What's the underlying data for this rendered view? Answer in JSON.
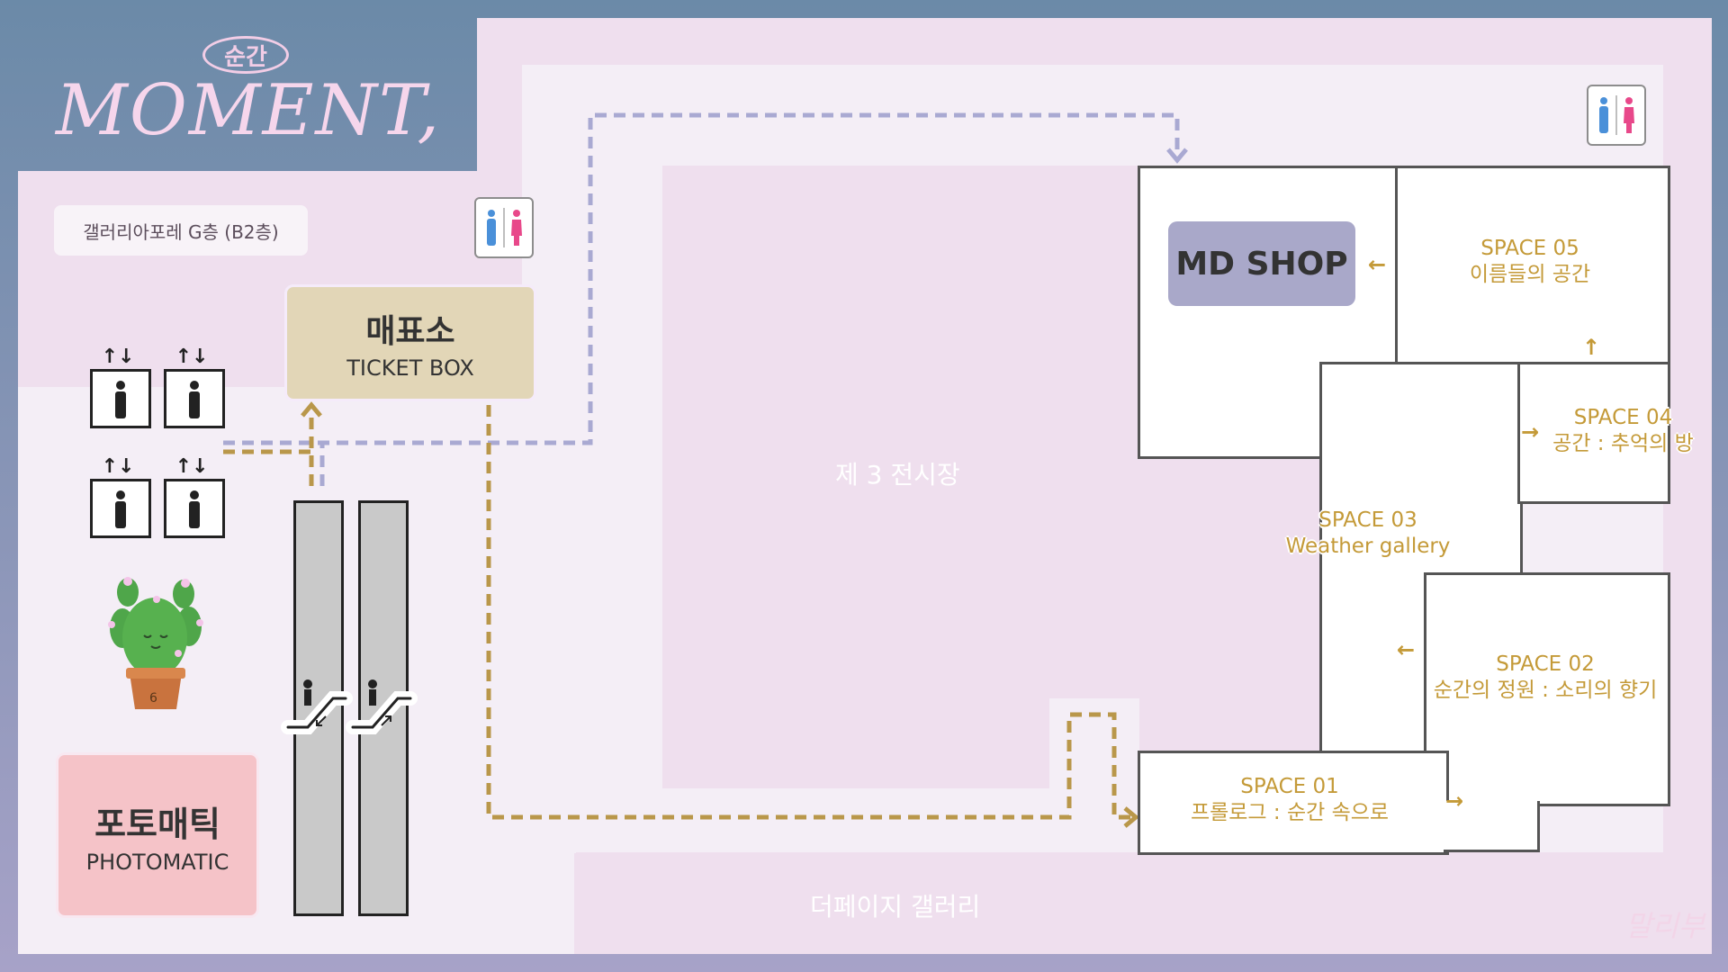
{
  "logo": {
    "top": "순간",
    "main": "MOMENT,"
  },
  "floor_label": "갤러리아포레 G층 (B2층)",
  "ticket_box": {
    "ko": "매표소",
    "en": "TICKET BOX"
  },
  "photomatic": {
    "ko": "포토매틱",
    "en": "PHOTOMATIC"
  },
  "md_shop": "MD SHOP",
  "hall3": "제 3 전시장",
  "page_gallery": "더페이지 갤러리",
  "spaces": {
    "s01": {
      "name": "SPACE 01",
      "desc": "프롤로그 : 순간 속으로"
    },
    "s02": {
      "name": "SPACE 02",
      "desc": "순간의 정원 : 소리의 향기"
    },
    "s03": {
      "name": "SPACE 03",
      "desc": "Weather gallery"
    },
    "s04": {
      "name": "SPACE 04",
      "desc": "공간 : 추억의 방"
    },
    "s05": {
      "name": "SPACE 05",
      "desc": "이름들의 공간"
    }
  },
  "elevator_arrows": "↑↓",
  "cactus_pot_number": "6",
  "signature": "말리부",
  "colors": {
    "path_gold": "#b9974a",
    "path_lavender": "#a9a9d2",
    "male_icon": "#4a90d9",
    "female_icon": "#e8488a"
  },
  "icons": [
    "restroom-icon",
    "elevator-icon",
    "escalator-icon",
    "cactus-mascot"
  ]
}
